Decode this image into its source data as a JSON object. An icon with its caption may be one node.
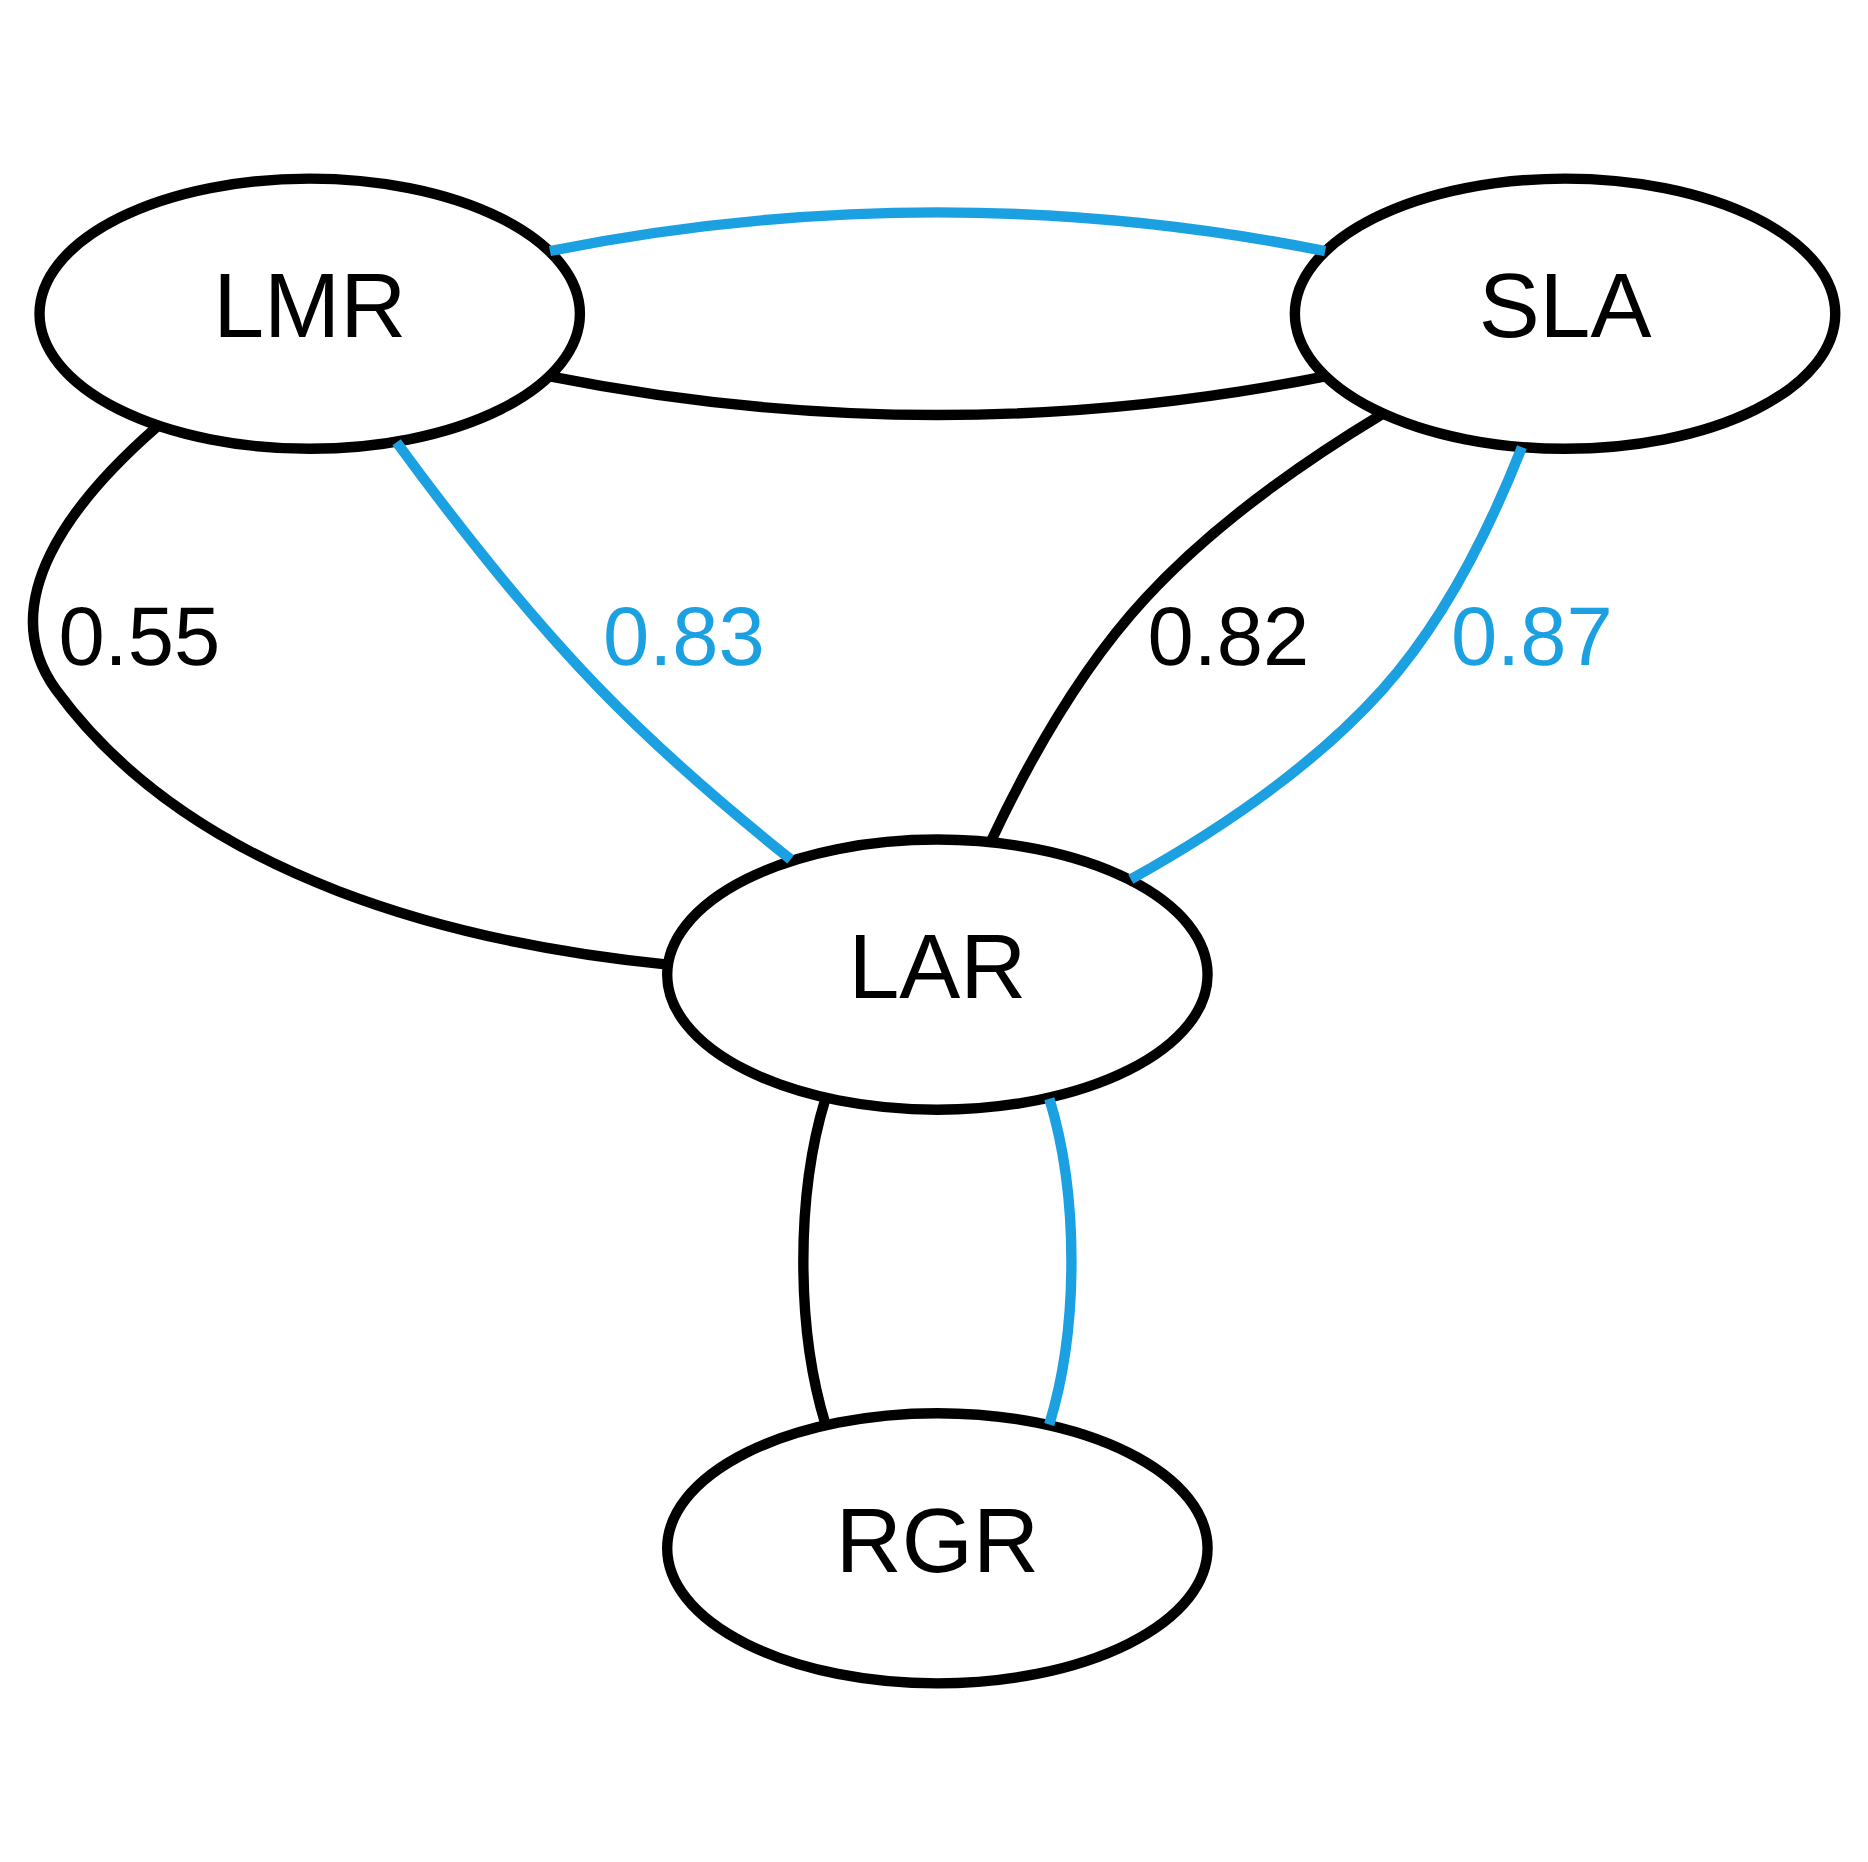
{
  "diagram": {
    "nodes": [
      {
        "text": [
          "LMR"
        ]
      },
      {
        "text": [
          "SLA"
        ]
      },
      {
        "text": [
          "LAR"
        ]
      },
      {
        "text": [
          "RGR"
        ]
      }
    ],
    "edges": [
      {
        "from": 0,
        "to": 1,
        "arrow": "none",
        "color": "#000000"
      },
      {
        "from": 0,
        "to": 1,
        "arrow": "none",
        "color": "#1ba1e2"
      },
      {
        "from": 0,
        "to": 2,
        "arrow": "none",
        "label": "0.55",
        "color": "#000000"
      },
      {
        "from": 0,
        "to": 2,
        "arrow": "none",
        "label": "0.83",
        "color": "#1ba1e2"
      },
      {
        "from": 1,
        "to": 2,
        "arrow": "none",
        "label": "0.82",
        "color": "#000000"
      },
      {
        "from": 1,
        "to": 2,
        "arrow": "none",
        "label": "0.87",
        "color": "#1ba1e2"
      },
      {
        "from": 2,
        "to": 3,
        "arrow": "none",
        "color": "#000000"
      },
      {
        "from": 2,
        "to": 3,
        "arrow": "none",
        "color": "#1ba1e2"
      }
    ]
  }
}
